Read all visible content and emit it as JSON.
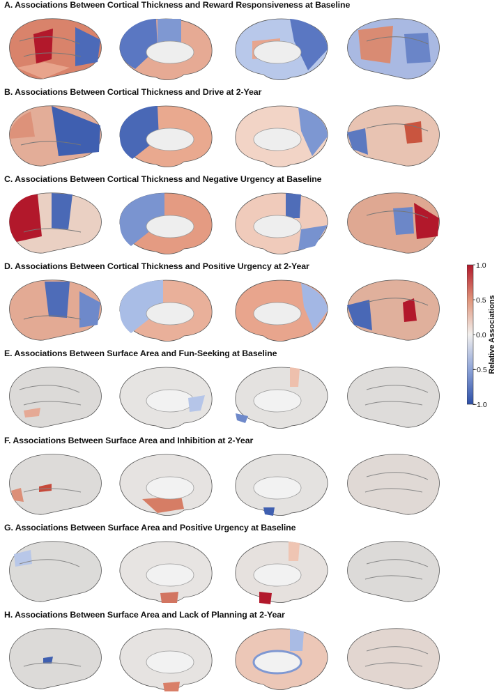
{
  "panels": [
    {
      "title": "A. Associations Between Cortical Thickness and Reward Responsiveness at Baseline"
    },
    {
      "title": "B. Associations Between Cortical Thickness and Drive at 2-Year"
    },
    {
      "title": "C. Associations Between Cortical Thickness and Negative Urgency at Baseline"
    },
    {
      "title": "D. Associations Between Cortical Thickness and Positive Urgency at 2-Year"
    },
    {
      "title": "E. Associations Between Surface Area and Fun-Seeking at Baseline"
    },
    {
      "title": "F. Associations Between Surface Area and Inhibition at 2-Year"
    },
    {
      "title": "G. Associations Between Surface Area and Positive Urgency at Baseline"
    },
    {
      "title": "H. Associations Between Surface Area and Lack of Planning at 2-Year"
    }
  ],
  "colorbar": {
    "label": "Relative Associations",
    "ticks": [
      "1.0",
      "0.5",
      "0.0",
      "−0.5",
      "−1.0"
    ],
    "colors": {
      "max": "#b2182b",
      "mid": "#f2f0ee",
      "min": "#2c4fa8"
    }
  }
}
